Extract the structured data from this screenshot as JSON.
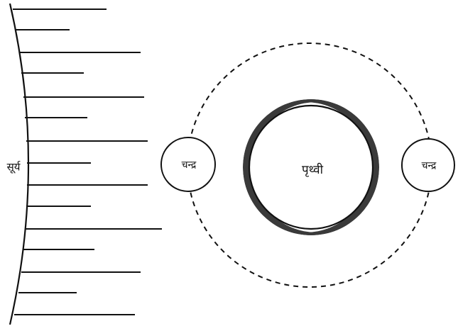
{
  "labels": {
    "sun": "सूर्य",
    "earth": "पृथ्वी",
    "moon_left": "चन्द्र",
    "moon_right": "चन्द्र"
  },
  "colors": {
    "ink": "#111111",
    "shadow": "#444444",
    "paper": "#ffffff"
  }
}
